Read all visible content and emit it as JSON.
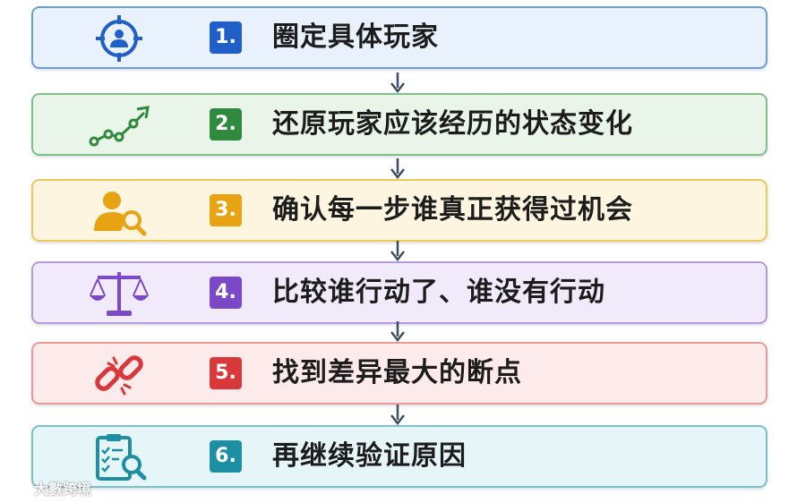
{
  "steps": [
    {
      "number": "1.",
      "label": "圈定具体玩家",
      "icon": "target-user-icon",
      "accent": "#1f5fc7",
      "bg": "#e8f1fc",
      "border": "#6a9ee0"
    },
    {
      "number": "2.",
      "label": "还原玩家应该经历的状态变化",
      "icon": "trend-line-icon",
      "accent": "#2f8a3e",
      "bg": "#e9f5e9",
      "border": "#7ec08a"
    },
    {
      "number": "3.",
      "label": "确认每一步谁真正获得过机会",
      "icon": "user-search-icon",
      "accent": "#e8a312",
      "bg": "#fdf5df",
      "border": "#f0c75a"
    },
    {
      "number": "4.",
      "label": "比较谁行动了、谁没有行动",
      "icon": "scale-icon",
      "accent": "#7b49c8",
      "bg": "#f1eafb",
      "border": "#b29ae0"
    },
    {
      "number": "5.",
      "label": "找到差异最大的断点",
      "icon": "broken-link-icon",
      "accent": "#d9383a",
      "bg": "#fcebea",
      "border": "#eb9a97"
    },
    {
      "number": "6.",
      "label": "再继续验证原因",
      "icon": "checklist-search-icon",
      "accent": "#1d8fa3",
      "bg": "#e6f5f7",
      "border": "#76c2cf"
    }
  ],
  "arrow_color": "#3c4d63",
  "watermark": {
    "text": "大數跨境"
  }
}
